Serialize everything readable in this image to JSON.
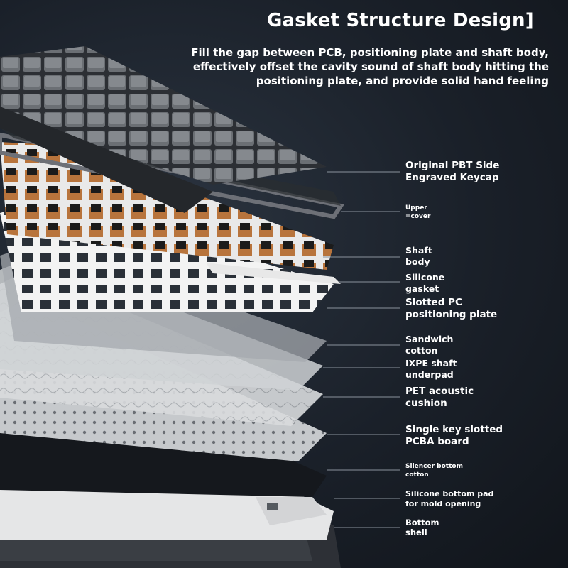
{
  "title": "Gasket Structure Design]",
  "subtitle": "Fill the gap between PCB, positioning plate and shaft body, effectively offset the cavity sound of shaft body hitting the positioning plate, and provide solid hand feeling",
  "labels": {
    "keycap": "Original PBT Side\nEngraved Keycap",
    "upper_cover": "Upper\n=cover",
    "shaft_body": "Shaft\nbody",
    "silicone_gasket": "Silicone\ngasket",
    "positioning_plate": "Slotted PC\npositioning plate",
    "sandwich_cotton": "Sandwich\ncotton",
    "ixpe_underpad": "IXPE shaft\nunderpad",
    "pet_cushion": "PET acoustic\ncushion",
    "pcba_board": "Single key slotted\nPCBA board",
    "silencer_cotton": "Silencer bottom\ncotton",
    "silicone_bottom_pad": "Silicone bottom pad\nfor mold opening",
    "bottom_shell": "Bottom\nshell"
  },
  "colors": {
    "background": "#1a2029",
    "text": "#ffffff",
    "keycap_dark": "#3a3d42",
    "keycap_grey": "#6e7176",
    "switch_brown": "#b8743c",
    "plate_white": "#f1f1f1",
    "pcb_grey": "#c9cccf",
    "leader_line": "#8a929c"
  }
}
